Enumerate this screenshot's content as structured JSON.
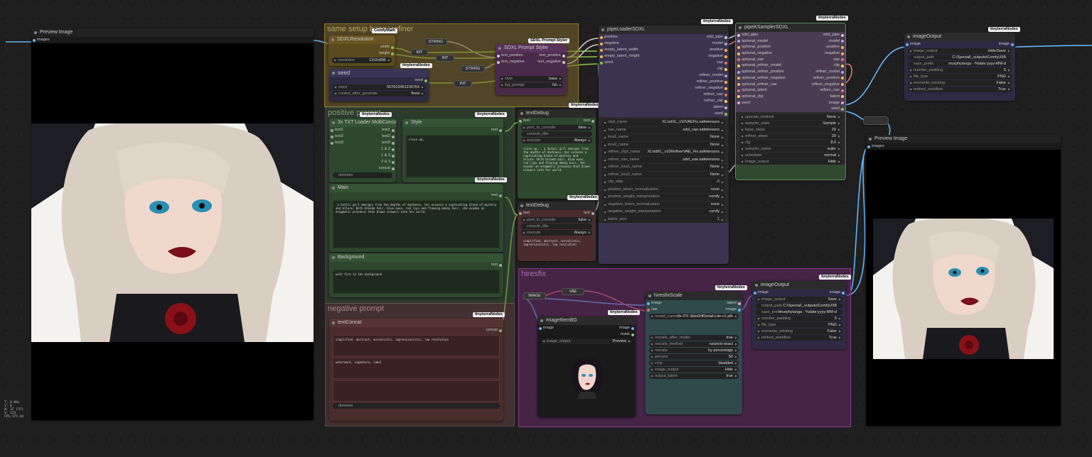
{
  "badges": {
    "tinyterra": "tinyterraNodes",
    "comfymath": "ComfyMath",
    "styler": "SDXL Prompt Styler"
  },
  "groups": {
    "base_refiner": "same setup base+refiner",
    "positive": "positive prompt",
    "negative": "negative prompt",
    "hires": "hiresfix"
  },
  "preview_left": {
    "title": "Preview Image",
    "input": "images"
  },
  "preview_right": {
    "title": "Preview Image",
    "input": "images"
  },
  "stats": {
    "t": "T: 0.00s",
    "i": "I: 0",
    "n": "N: 37 [37]",
    "v": "V: 123",
    "fps": "FPS:175.44"
  },
  "sdxl_res": {
    "title": "SDXLResolution",
    "out_width": "width",
    "out_height": "height",
    "k": "resolution",
    "v": "1152x896"
  },
  "seed": {
    "title": "seed",
    "out": "seed",
    "w1k": "seed",
    "w1v": "657613491230764",
    "w2k": "control_after_generate",
    "w2v": "fixed"
  },
  "reroutes": {
    "string1": "STRING",
    "int1": "INT",
    "int2": "INT",
    "string2": "STRING",
    "int3": "INT",
    "vae": "VAE",
    "image": "IMAGE"
  },
  "styler": {
    "title": "SDXL Prompt Styler",
    "in1": "text_positive",
    "in2": "text_negative",
    "out1": "text_positive",
    "out2": "text_negative",
    "w1k": "style",
    "w1v": "base",
    "w2k": "log_prompt",
    "w2v": "No"
  },
  "txt3": {
    "title": "3x TXT Loader MultiConcat",
    "in1": "text1",
    "in2": "text2",
    "in3": "text3",
    "outs": [
      "text1",
      "text2",
      "text3",
      "1 & 2",
      "1 & 3",
      "2 & 3",
      "concat"
    ],
    "delim": "delimiter"
  },
  "style": {
    "title": "Style",
    "out": "text",
    "text": "close-up,"
  },
  "main": {
    "title": "Main",
    "out": "text",
    "text": " a Gothic girl emerges from the depths of darkness, her essence a captivating blend of mystery and allure. With blonde hair, blue eyes, red lips and flowing ebony hair, she exudes an enigmatic presence that draws viewers into her world."
  },
  "background": {
    "title": "Background",
    "out": "text",
    "text": "with fire in the background"
  },
  "textdebug1": {
    "title": "textDebug",
    "in": "text",
    "out": "text",
    "w1k": "print_to_console",
    "w1v": "false",
    "w2": "console_title",
    "w3k": "execute",
    "w3v": "Always",
    "text": "close-up, , a Gothic girl emerges from the depths of darkness, her essence a captivating blend of mystery and allure. With blonde hair, blue eyes, red lips and flowing ebony hair, she exudes an enigmatic presence that draws viewers into her world."
  },
  "textdebug2": {
    "title": "textDebug",
    "in": "text",
    "out": "text",
    "w1k": "print_to_console",
    "w1v": "false",
    "w2": "console_title",
    "w3k": "execute",
    "w3v": "Always",
    "text": "simplified, abstract, unrealistic, impressionistic, low resolution"
  },
  "textconcat": {
    "title": "textConcat",
    "out": "concat",
    "t1": "simplified, abstract, unrealistic, impressionistic, low resolution",
    "t2": "watermark, signature, label",
    "t3": "",
    "delim": "delimiter"
  },
  "pipeloader": {
    "title": "pipeLoaderSDXL",
    "inputs": [
      "positive",
      "negative",
      "empty_latent_width",
      "empty_latent_height",
      "seed"
    ],
    "outputs": [
      "sdxl_pipe",
      "model",
      "positive",
      "negative",
      "vae",
      "clip",
      "refiner_model",
      "refiner_positive",
      "refiner_negative",
      "refiner_vae",
      "refiner_clip",
      "latent",
      "seed"
    ],
    "widgets": [
      [
        "ckpt_name",
        "XL\\sdXL_v10VAEFix.safetensors"
      ],
      [
        "vae_name",
        "sdxl_vae.safetensors"
      ],
      [
        "lora1_name",
        "None"
      ],
      [
        "lora2_name",
        "None"
      ],
      [
        "refiner_ckpt_name",
        "XL\\sdXL_v10RefinerVAE_Fix.safetensors"
      ],
      [
        "refiner_vae_name",
        "sdxl_vae.safetensors"
      ],
      [
        "refiner_lora1_name",
        "None"
      ],
      [
        "refiner_lora2_name",
        "None"
      ],
      [
        "clip_skip",
        "-2"
      ],
      [
        "positive_token_normalization",
        "none"
      ],
      [
        "positive_weight_interpretation",
        "comfy"
      ],
      [
        "negative_token_normalization",
        "none"
      ],
      [
        "negative_weight_interpretation",
        "comfy"
      ],
      [
        "batch_size",
        "1"
      ]
    ]
  },
  "pipeksampler": {
    "title": "pipeKSamplerSDXL",
    "inputs": [
      "sdxl_pipe",
      "optional_model",
      "optional_positive",
      "optional_negative",
      "optional_vae",
      "optional_refiner_model",
      "optional_refiner_positive",
      "optional_refiner_negative",
      "optional_refiner_vae",
      "optional_latent",
      "optional_clip",
      "seed"
    ],
    "outputs": [
      "sdxl_pipe",
      "model",
      "positive",
      "negative",
      "vae",
      "clip",
      "refiner_model",
      "refiner_positive",
      "refiner_negative",
      "refiner_vae",
      "latent",
      "image",
      "seed"
    ],
    "widgets": [
      [
        "upscale_method",
        "None"
      ],
      [
        "sampler_state",
        "Sample"
      ],
      [
        "base_steps",
        "20"
      ],
      [
        "refiner_steps",
        "20"
      ],
      [
        "cfg",
        "8.0"
      ],
      [
        "sampler_name",
        "euler"
      ],
      [
        "scheduler",
        "normal"
      ],
      [
        "image_output",
        "Hide"
      ]
    ]
  },
  "imageoutput1": {
    "title": "imageOutput",
    "in": "image",
    "out": "image",
    "widgets": [
      [
        "image_output",
        "Hide/Save"
      ],
      [
        "output_path",
        "C:\\Spezial\\_outputs\\ComfyUI\\B"
      ],
      [
        "save_prefix",
        "murphylanga - %date:yyyy-MM-d"
      ],
      [
        "number_padding",
        "5"
      ],
      [
        "file_type",
        "PNG"
      ],
      [
        "overwrite_existing",
        "False"
      ],
      [
        "embed_workflow",
        "True"
      ]
    ]
  },
  "imageoutput2": {
    "title": "imageOutput",
    "in": "image",
    "out": "image",
    "widgets": [
      [
        "image_output",
        "Save"
      ],
      [
        "output_path",
        "C:\\Spezial\\_outputs\\ComfyUI\\B"
      ],
      [
        "save_prefix",
        "murphylanga - %date:yyyy-MM-d"
      ],
      [
        "number_padding",
        "5"
      ],
      [
        "file_type",
        "PNG"
      ],
      [
        "overwrite_existing",
        "False"
      ],
      [
        "embed_workflow",
        "True"
      ]
    ]
  },
  "hiresfix": {
    "title": "hiresfixScale",
    "in1": "image",
    "in2": "vae",
    "out1": "latent",
    "out2": "image",
    "widgets": [
      [
        "model_name",
        "8x-ITF-SkinDiffDetail-Lite-v1.pth"
      ],
      [
        "rescale_after_model",
        "true"
      ],
      [
        "rescale_method",
        "nearest-exact"
      ],
      [
        "rescale",
        "by percentage"
      ],
      [
        "percent",
        "50"
      ],
      [
        "crop",
        "disabled"
      ],
      [
        "image_output",
        "Hide"
      ],
      [
        "output_latent",
        "true"
      ]
    ]
  },
  "rembg": {
    "title": "imageRemBG",
    "in": "image",
    "out1": "image",
    "out2": "mask",
    "wk": "image_output",
    "wv": "Preview"
  }
}
